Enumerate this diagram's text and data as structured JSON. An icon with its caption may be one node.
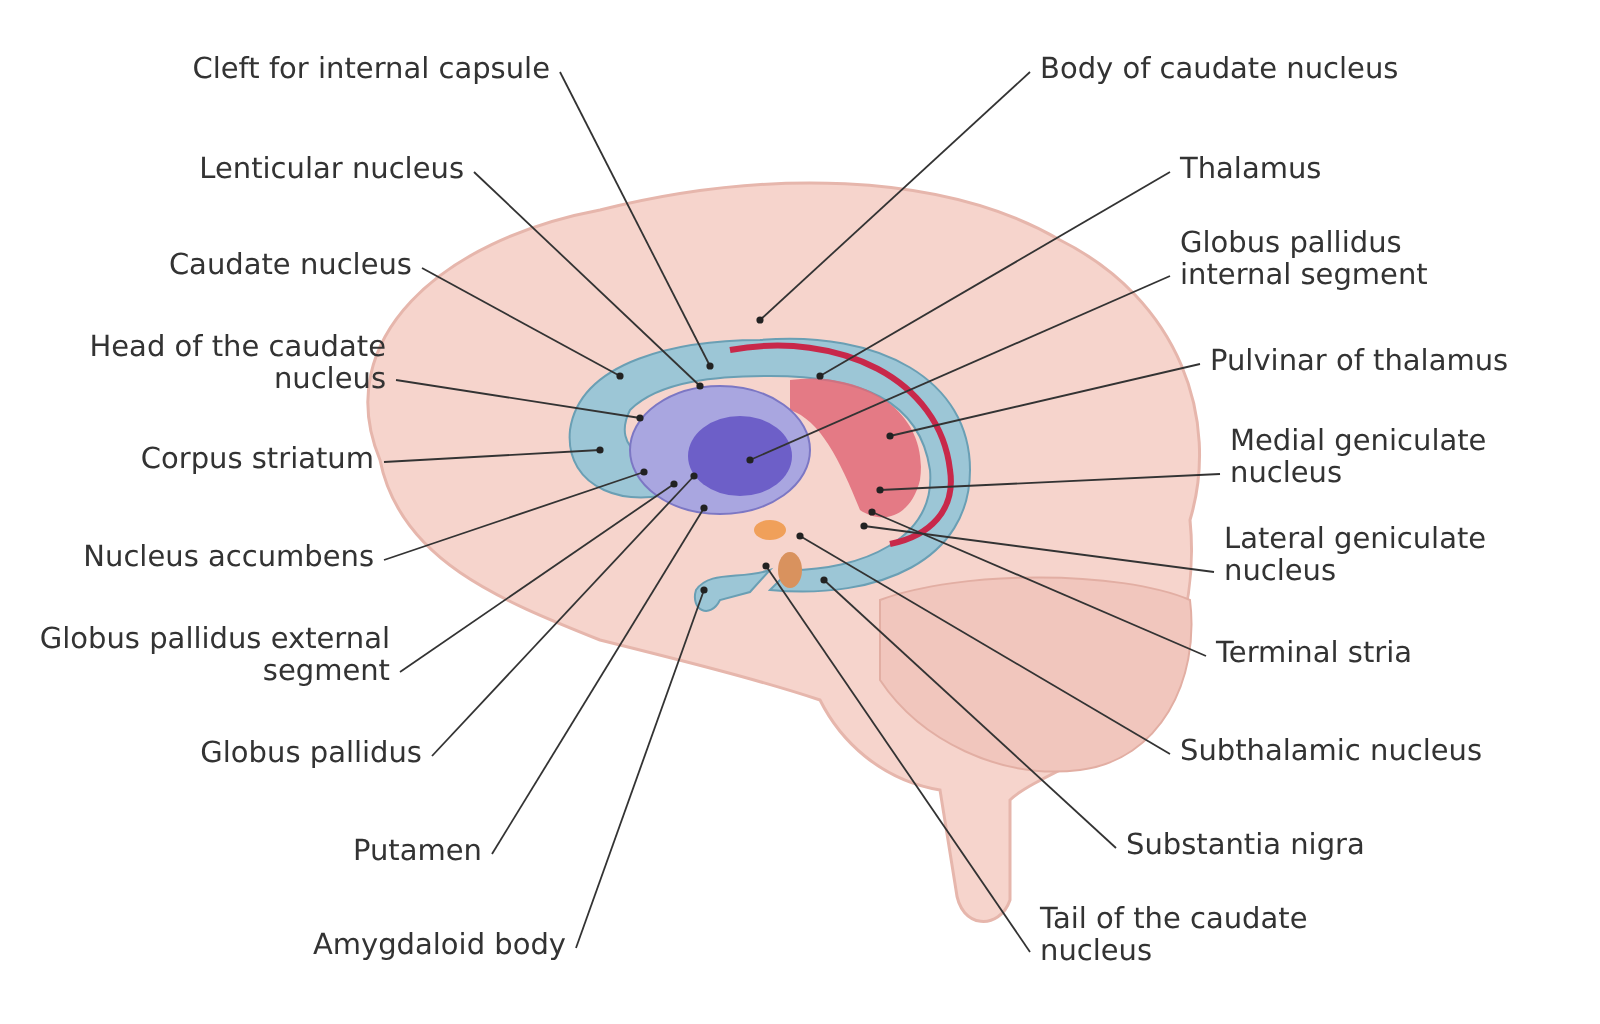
{
  "diagram": {
    "nodes": [
      {
        "text": [
          "Cleft for internal capsule"
        ]
      },
      {
        "text": [
          "Lenticular nucleus"
        ]
      },
      {
        "text": [
          "Caudate nucleus"
        ]
      },
      {
        "text": [
          "Head of the caudate nucleus"
        ]
      },
      {
        "text": [
          "Corpus striatum"
        ]
      },
      {
        "text": [
          "Nucleus accumbens"
        ]
      },
      {
        "text": [
          "Globus pallidus external segment"
        ]
      },
      {
        "text": [
          "Globus pallidus"
        ]
      },
      {
        "text": [
          "Putamen"
        ]
      },
      {
        "text": [
          "Amygdaloid body"
        ]
      },
      {
        "text": [
          "Body of caudate nucleus"
        ]
      },
      {
        "text": [
          "Thalamus"
        ]
      },
      {
        "text": [
          "Globus pallidus internal segment"
        ]
      },
      {
        "text": [
          "Pulvinar of thalamus"
        ]
      },
      {
        "text": [
          "Medial geniculate nucleus"
        ]
      },
      {
        "text": [
          "Lateral geniculate nucleus"
        ]
      },
      {
        "text": [
          "Terminal stria"
        ]
      },
      {
        "text": [
          "Subthalamic nucleus"
        ]
      },
      {
        "text": [
          "Substantia nigra"
        ]
      },
      {
        "text": [
          "Tail of the caudate nucleus"
        ]
      }
    ],
    "edges": [
      {
        "from": 0,
        "to": null,
        "arrow": "other"
      },
      {
        "from": 1,
        "to": null,
        "arrow": "other"
      },
      {
        "from": 2,
        "to": null,
        "arrow": "other"
      },
      {
        "from": 3,
        "to": null,
        "arrow": "other"
      },
      {
        "from": 4,
        "to": null,
        "arrow": "other"
      },
      {
        "from": 5,
        "to": null,
        "arrow": "other"
      },
      {
        "from": 6,
        "to": null,
        "arrow": "other"
      },
      {
        "from": 7,
        "to": null,
        "arrow": "other"
      },
      {
        "from": 8,
        "to": null,
        "arrow": "other"
      },
      {
        "from": 9,
        "to": null,
        "arrow": "other"
      },
      {
        "from": 10,
        "to": null,
        "arrow": "other"
      },
      {
        "from": 11,
        "to": null,
        "arrow": "other"
      },
      {
        "from": 12,
        "to": null,
        "arrow": "other"
      },
      {
        "from": 13,
        "to": null,
        "arrow": "other"
      },
      {
        "from": 14,
        "to": null,
        "arrow": "other"
      },
      {
        "from": 15,
        "to": null,
        "arrow": "other"
      },
      {
        "from": 16,
        "to": null,
        "arrow": "other"
      },
      {
        "from": 17,
        "to": null,
        "arrow": "other"
      },
      {
        "from": 18,
        "to": null,
        "arrow": "other"
      },
      {
        "from": 19,
        "to": null,
        "arrow": "other"
      }
    ]
  }
}
